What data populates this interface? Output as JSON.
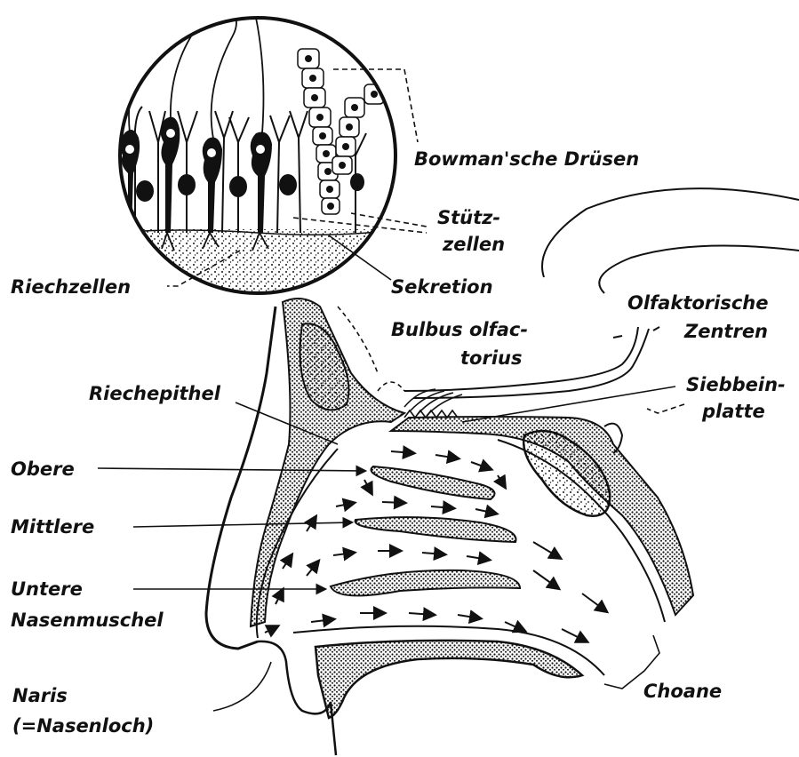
{
  "labels": {
    "bowman": "Bowman'sche Drüsen",
    "stuetz_1": "Stütz-",
    "stuetz_2": "zellen",
    "riechzellen": "Riechzellen",
    "sekretion": "Sekretion",
    "bulbus_1": "Bulbus olfac-",
    "bulbus_2": "torius",
    "olfaktorische_1": "Olfaktorische",
    "olfaktorische_2": "Zentren",
    "riechepithel": "Riechepithel",
    "siebbein_1": "Siebbein-",
    "siebbein_2": "platte",
    "obere": "Obere",
    "mittlere": "Mittlere",
    "untere": "Untere",
    "nasenmuschel": "Nasenmuschel",
    "naris_1": "Naris",
    "naris_2": "(=Nasenloch)",
    "choane": "Choane"
  },
  "colors": {
    "ink": "#111111",
    "paper": "#ffffff"
  }
}
